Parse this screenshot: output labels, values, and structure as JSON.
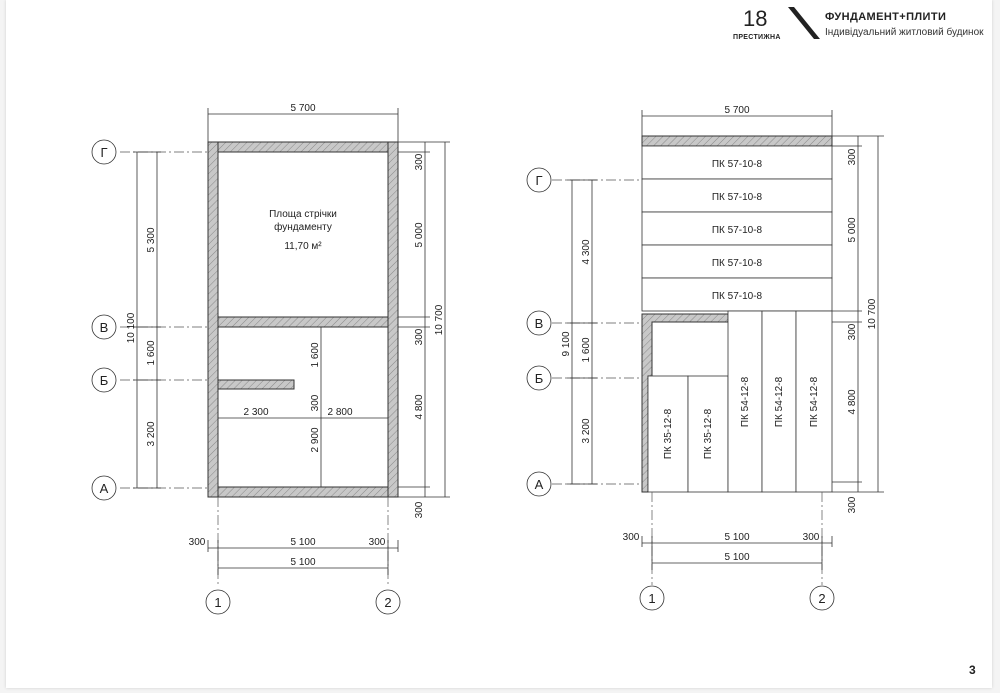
{
  "header": {
    "page_number": "18",
    "brand": "ПРЕСТИЖНА",
    "title": "ФУНДАМЕНТ+ПЛИТИ",
    "subtitle": "Індивідуальний житловий будинок"
  },
  "page_index": "3",
  "foundation_plan": {
    "area_label_line1": "Площа стрічки",
    "area_label_line2": "фундаменту",
    "area_value": "11,70 м²",
    "axes_rows": [
      "Г",
      "В",
      "Б",
      "А"
    ],
    "axes_cols": [
      "1",
      "2"
    ],
    "dims": {
      "top_width": "5 700",
      "left_g_v": "5 300",
      "left_v_b": "1 600",
      "left_b_a": "3 200",
      "left_total": "10 100",
      "right_top": "300",
      "right_mid1": "5 000",
      "right_mid2": "300",
      "right_bottom_seg": "4 800",
      "right_bottom": "300",
      "right_total": "10 700",
      "inner_vert_1600": "1 600",
      "inner_vert_300": "300",
      "inner_vert_2900": "2 900",
      "inner_horiz_2300": "2 300",
      "inner_horiz_2800": "2 800",
      "bottom_left_300": "300",
      "bottom_mid": "5 100",
      "bottom_right_300": "300",
      "bottom_total": "5 100"
    }
  },
  "slab_plan": {
    "axes_rows": [
      "Г",
      "В",
      "Б",
      "А"
    ],
    "axes_cols": [
      "1",
      "2"
    ],
    "horizontal_slabs": [
      "ПК 57-10-8",
      "ПК 57-10-8",
      "ПК 57-10-8",
      "ПК 57-10-8",
      "ПК 57-10-8"
    ],
    "vertical_slabs": [
      "ПК 35-12-8",
      "ПК 35-12-8",
      "ПК 54-12-8",
      "ПК 54-12-8",
      "ПК 54-12-8"
    ],
    "dims": {
      "top_width": "5 700",
      "left_g_v": "4 300",
      "left_v_b": "1 600",
      "left_b_a": "3 200",
      "left_total": "9 100",
      "right_top": "300",
      "right_mid1": "5 000",
      "right_mid2": "300",
      "right_bottom_seg": "4 800",
      "right_bottom": "300",
      "right_total": "10 700",
      "bottom_left_300": "300",
      "bottom_mid": "5 100",
      "bottom_right_300": "300",
      "bottom_total": "5 100"
    }
  }
}
